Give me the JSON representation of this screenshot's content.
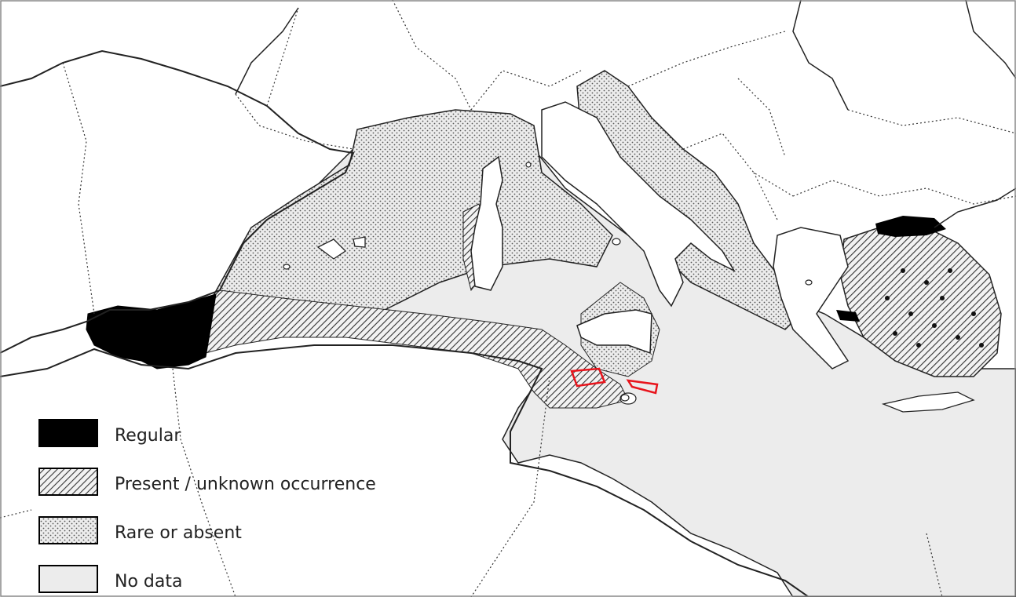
{
  "legend": {
    "items": [
      {
        "key": "regular",
        "label": "Regular",
        "pattern": "solid-black"
      },
      {
        "key": "present",
        "label": "Present / unknown occurrence",
        "pattern": "diagonal-hatch"
      },
      {
        "key": "rare",
        "label": "Rare or absent",
        "pattern": "dots"
      },
      {
        "key": "nodata",
        "label": "No data",
        "pattern": "light-grey"
      }
    ]
  },
  "colors": {
    "regular": "#000000",
    "nodata": "#ececec",
    "land": "#ffffff",
    "highlight": "#e8141c",
    "border": "#222222"
  }
}
